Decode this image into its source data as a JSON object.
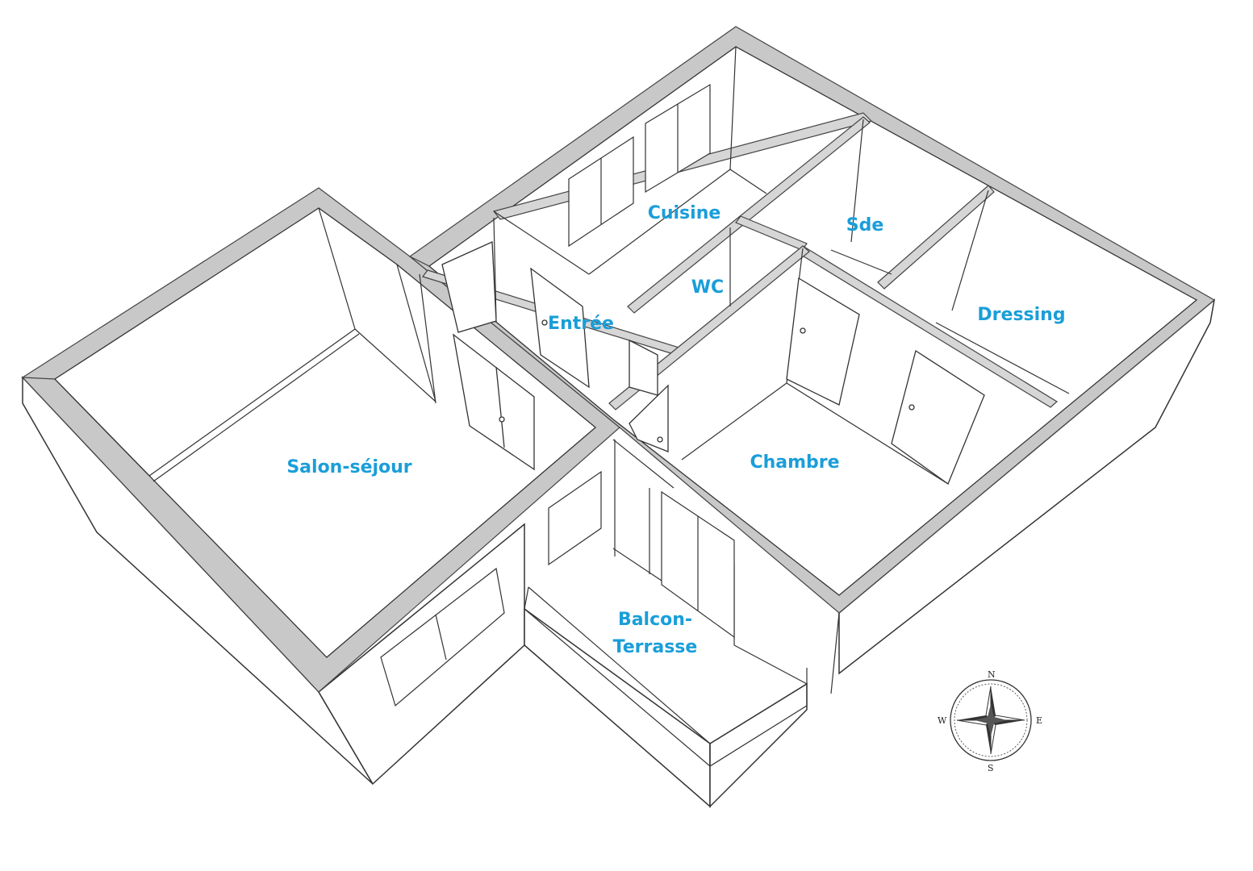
{
  "colors": {
    "label": "#1a9ed9",
    "wall_top": "#c8c8c8",
    "line": "#333333",
    "floor": "#ffffff"
  },
  "rooms": {
    "cuisine": "Cuisine",
    "sde": "Sde",
    "wc": "WC",
    "entree": "Entrée",
    "dressing": "Dressing",
    "salon": "Salon-séjour",
    "chambre": "Chambre",
    "balcon_line1": "Balcon-",
    "balcon_line2": "Terrasse"
  },
  "compass": {
    "north": "N",
    "south": "S",
    "east": "E",
    "west": "W",
    "icon": "compass-rose-icon"
  }
}
